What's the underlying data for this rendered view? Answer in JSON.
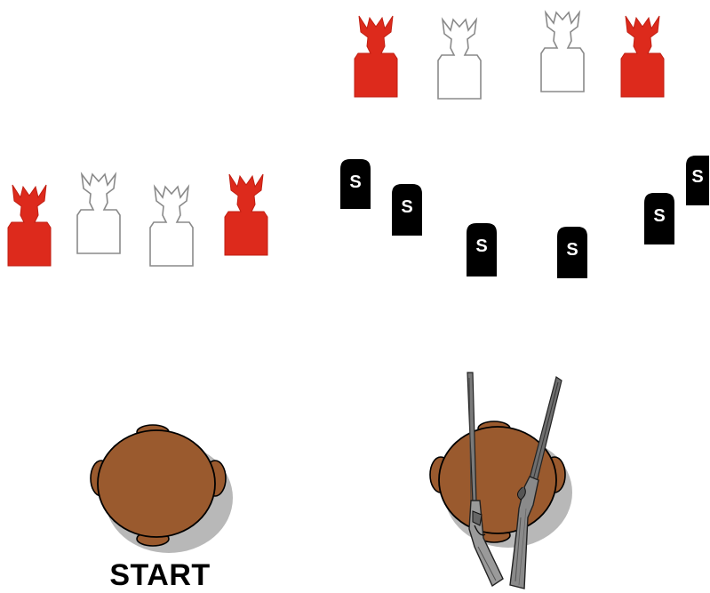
{
  "labels": {
    "start": "START"
  },
  "colors": {
    "target_red": "#dd2a1c",
    "target_white": "#ffffff",
    "target_outline": "#8a8a8a",
    "barrel_fill": "#9a5a2e",
    "barrel_shadow": "#b8b8b8",
    "tombstone_fill": "#000000",
    "tombstone_letter": "#ffffff"
  },
  "target_groups": [
    {
      "name": "upper-right-targets",
      "targets": [
        "red",
        "white",
        "white",
        "red"
      ]
    },
    {
      "name": "left-targets",
      "targets": [
        "red",
        "white",
        "white",
        "red"
      ]
    }
  ],
  "tombstones": {
    "letter": "S",
    "count": 6
  },
  "props": {
    "barrels": [
      "start-barrel",
      "guns-barrel"
    ],
    "guns": [
      "rifle",
      "shotgun"
    ]
  }
}
